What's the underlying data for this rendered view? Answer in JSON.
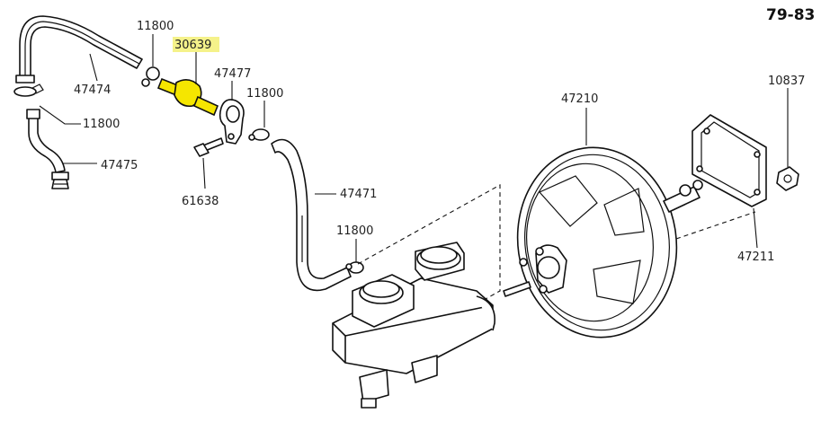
{
  "diagram": {
    "year_range": "79-83",
    "highlight_color": "#f5f28a"
  },
  "labels": {
    "p11800_top": "11800",
    "p30639": "30639",
    "p47477": "47477",
    "p47474": "47474",
    "p11800_mid": "11800",
    "p11800_left": "11800",
    "p47475": "47475",
    "p61638": "61638",
    "p47471": "47471",
    "p11800_low": "11800",
    "p47210": "47210",
    "p10837": "10837",
    "p47211": "47211"
  }
}
